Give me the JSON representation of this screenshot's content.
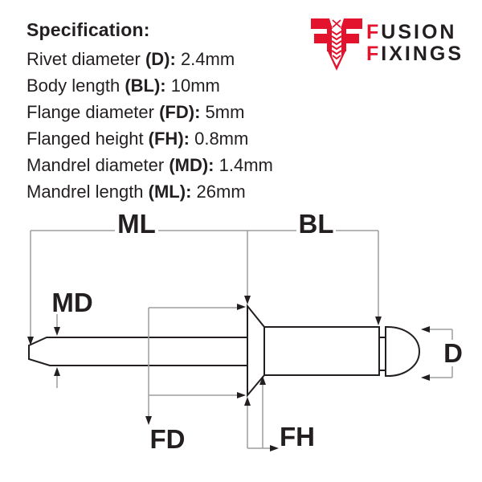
{
  "colors": {
    "brand_red": "#e3132d",
    "ink": "#231f20",
    "dimension_line_gray": "#9b9da0",
    "background": "#ffffff"
  },
  "logo": {
    "icon": "fusion-fixings-screw-monogram",
    "line1_first_letter": "F",
    "line1_rest": "USION",
    "line2_first_letter": "F",
    "line2_rest": "IXINGS"
  },
  "specification": {
    "heading": "Specification:",
    "items": [
      {
        "name": "Rivet diameter ",
        "code": "(D):",
        "value": " 2.4mm"
      },
      {
        "name": "Body length ",
        "code": "(BL):",
        "value": " 10mm"
      },
      {
        "name": "Flange diameter ",
        "code": "(FD):",
        "value": " 5mm"
      },
      {
        "name": "Flanged height ",
        "code": "(FH):",
        "value": " 0.8mm"
      },
      {
        "name": "Mandrel diameter ",
        "code": "(MD):",
        "value": " 1.4mm"
      },
      {
        "name": "Mandrel length ",
        "code": "(ML):",
        "value": " 26mm"
      }
    ]
  },
  "diagram": {
    "description": "Countersunk blind rivet dimension drawing",
    "labels": {
      "mandrel_length": "ML",
      "body_length": "BL",
      "mandrel_diameter": "MD",
      "flange_diameter": "FD",
      "flanged_height": "FH",
      "rivet_diameter": "D"
    }
  }
}
